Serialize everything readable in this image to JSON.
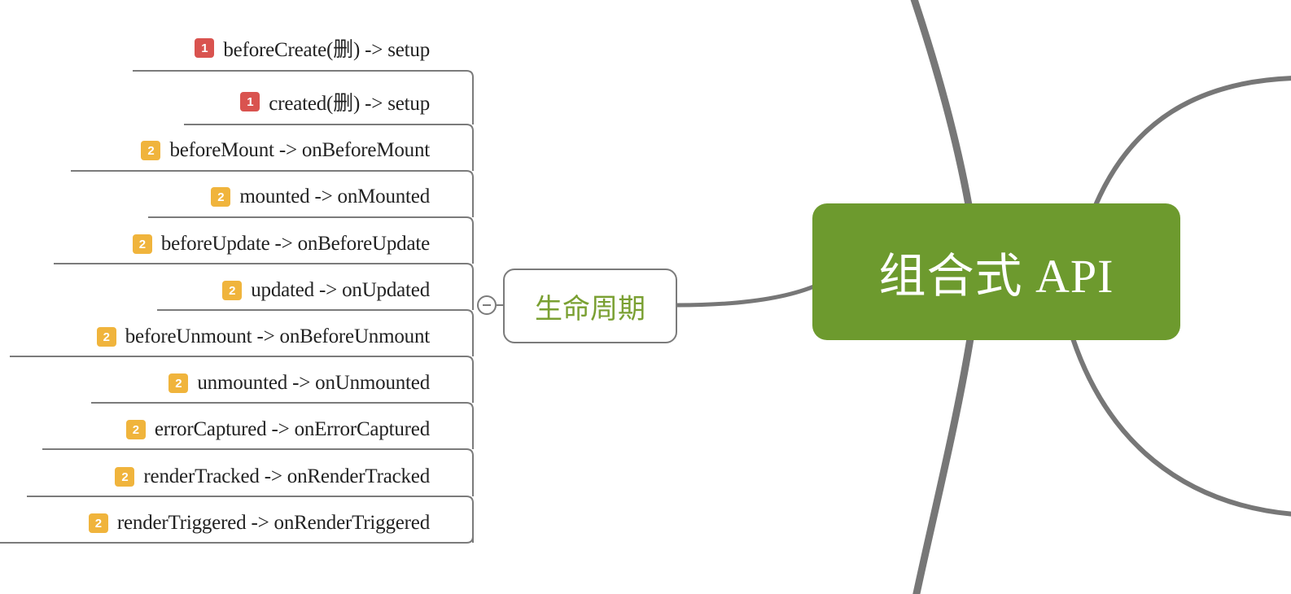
{
  "central_topic": "组合式 API",
  "branch": {
    "label": "生命周期"
  },
  "colors": {
    "central_fill": "#6d9a2e",
    "branch_text": "#7aa032",
    "connector": "#7b7b7b",
    "priority_1": "#d9534f",
    "priority_2": "#f0b43c"
  },
  "items": [
    {
      "priority": "1",
      "text": "beforeCreate(删) -> setup"
    },
    {
      "priority": "1",
      "text": "created(删) -> setup"
    },
    {
      "priority": "2",
      "text": "beforeMount -> onBeforeMount"
    },
    {
      "priority": "2",
      "text": "mounted -> onMounted"
    },
    {
      "priority": "2",
      "text": "beforeUpdate -> onBeforeUpdate"
    },
    {
      "priority": "2",
      "text": "updated -> onUpdated"
    },
    {
      "priority": "2",
      "text": "beforeUnmount -> onBeforeUnmount"
    },
    {
      "priority": "2",
      "text": "unmounted -> onUnmounted"
    },
    {
      "priority": "2",
      "text": "errorCaptured -> onErrorCaptured"
    },
    {
      "priority": "2",
      "text": "renderTracked -> onRenderTracked"
    },
    {
      "priority": "2",
      "text": "renderTriggered -> onRenderTriggered"
    }
  ]
}
